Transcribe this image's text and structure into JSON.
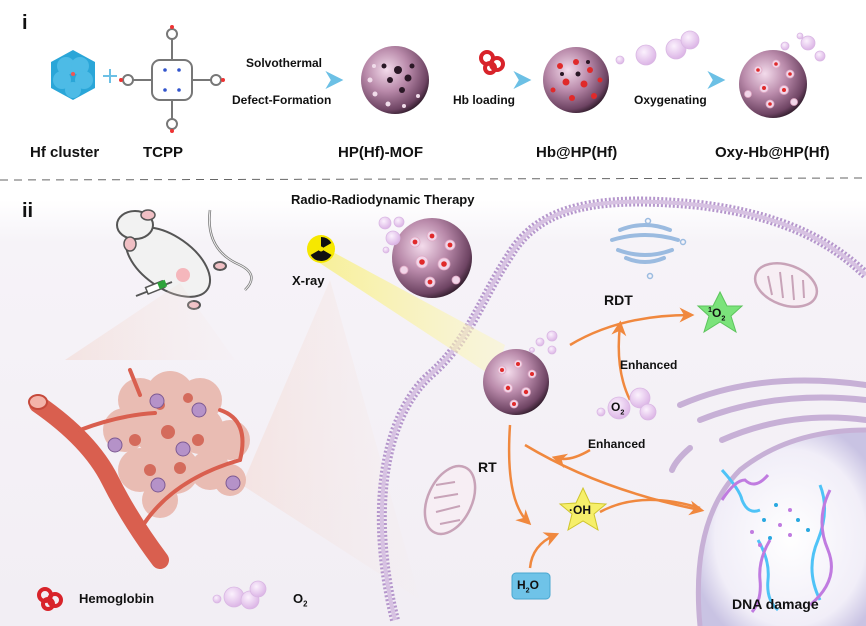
{
  "panels": {
    "i": {
      "label": "i",
      "components": [
        {
          "name": "Hf cluster"
        },
        {
          "name": "TCPP"
        },
        {
          "name": "HP(Hf)-MOF"
        },
        {
          "name": "Hb@HP(Hf)"
        },
        {
          "name": "Oxy-Hb@HP(Hf)"
        }
      ],
      "steps": {
        "plus": "+",
        "solvothermal": "Solvothermal",
        "defect_formation": "Defect-Formation",
        "hb_loading": "Hb loading",
        "oxygenating": "Oxygenating"
      }
    },
    "ii": {
      "label": "ii",
      "title": "Radio-Radiodynamic  Therapy",
      "xray": "X-ray",
      "rdt": "RDT",
      "rt": "RT",
      "enhanced_top": "Enhanced",
      "enhanced_bottom": "Enhanced",
      "singlet_oxygen": {
        "sup": "1",
        "base": "O",
        "sub": "2"
      },
      "oxygen": {
        "base": "O",
        "sub": "2"
      },
      "hydroxyl": "·OH",
      "water": {
        "h": "H",
        "sub": "2",
        "o": "O"
      },
      "dna_damage": "DNA damage"
    }
  },
  "legend": {
    "hemoglobin": "Hemoglobin",
    "oxygen": {
      "base": "O",
      "sub": "2"
    }
  },
  "colors": {
    "arrow_blue": "#6cc0e5",
    "arrow_orange": "#f0883e",
    "membrane": "#b596cc",
    "mof_pink": "#b98aaa",
    "hemoglobin_red": "#d8232a",
    "o2_bubble": "#e8c9ef",
    "singlet_star": "#7be37b",
    "oh_star": "#f6ef6a",
    "water_box": "#6fc3e8",
    "xray_yellow": "#f6e800"
  }
}
